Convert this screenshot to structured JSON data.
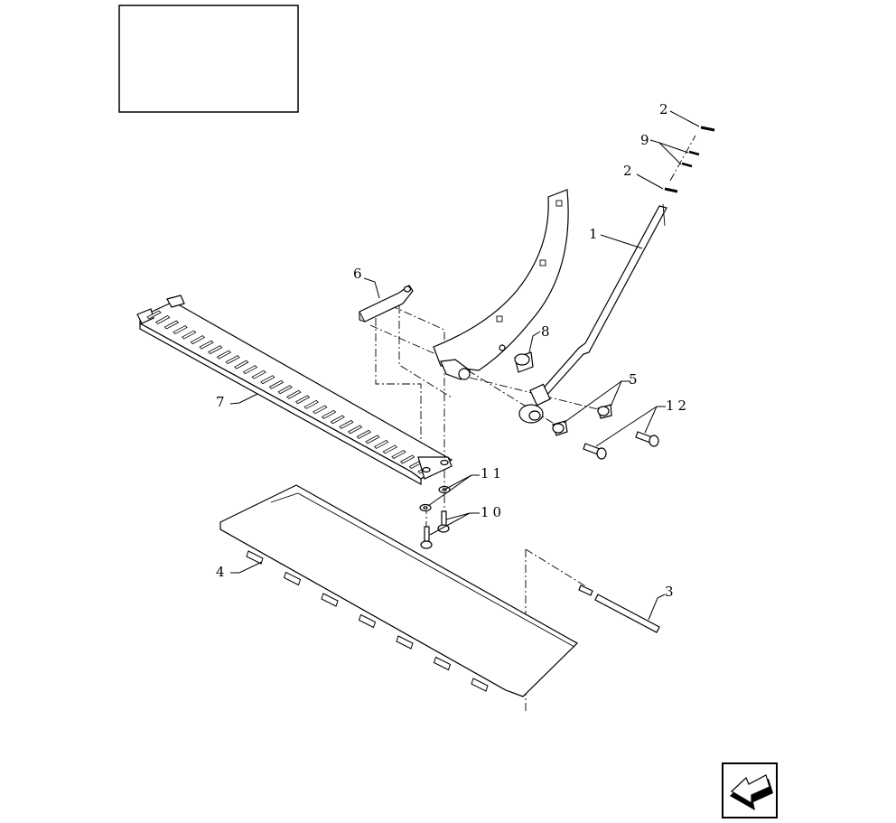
{
  "callouts": [
    {
      "id": "c1",
      "text": "1"
    },
    {
      "id": "c2a",
      "text": "2"
    },
    {
      "id": "c2b",
      "text": "2"
    },
    {
      "id": "c3",
      "text": "3"
    },
    {
      "id": "c4",
      "text": "4"
    },
    {
      "id": "c5",
      "text": "5"
    },
    {
      "id": "c6",
      "text": "6"
    },
    {
      "id": "c7",
      "text": "7"
    },
    {
      "id": "c8",
      "text": "8"
    },
    {
      "id": "c9",
      "text": "9"
    },
    {
      "id": "c10",
      "text": "10"
    },
    {
      "id": "c11",
      "text": "11"
    },
    {
      "id": "c12",
      "text": "12"
    }
  ],
  "icons": {
    "title_box": "blank-title-box",
    "nav": "previous-page-arrow-icon"
  }
}
